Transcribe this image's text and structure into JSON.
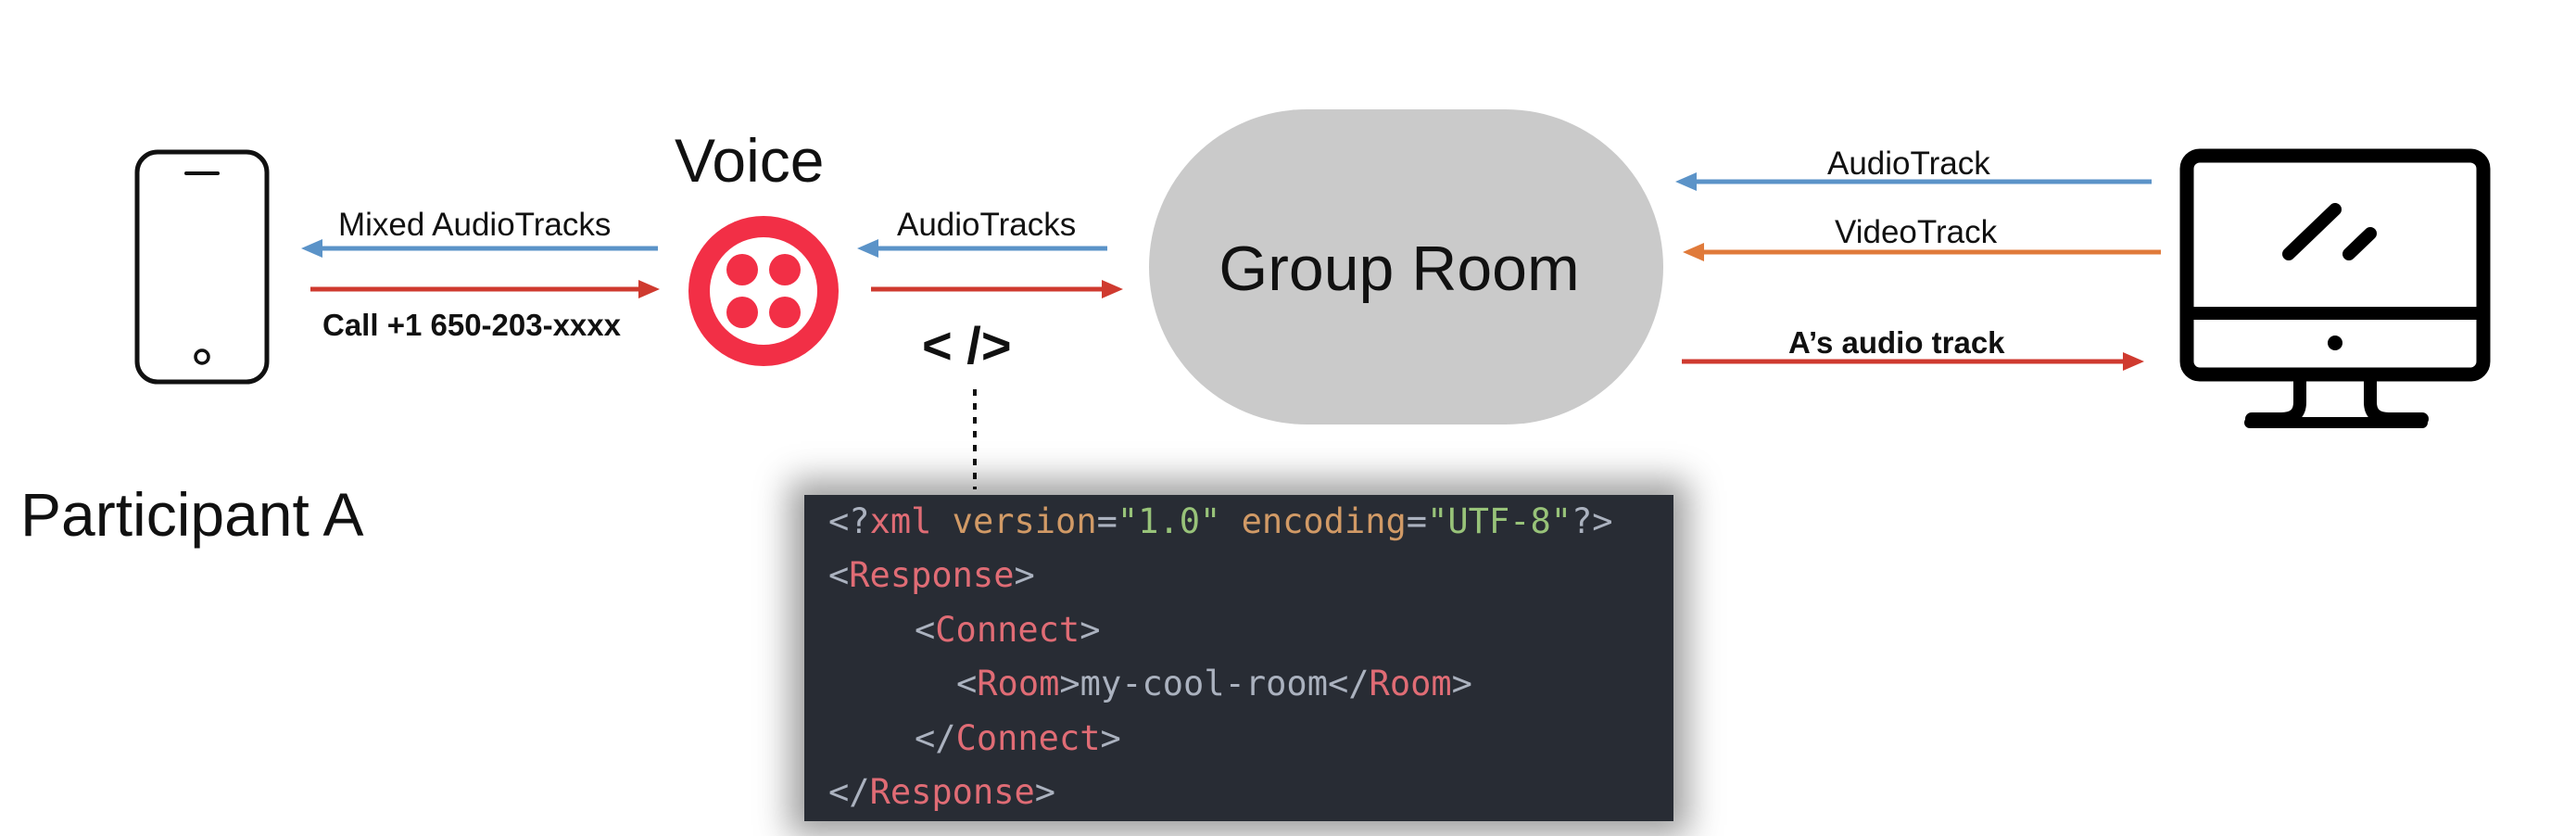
{
  "participant": {
    "label": "Participant A"
  },
  "voice": {
    "label": "Voice"
  },
  "arrows": {
    "mixed_audio_tracks": "Mixed AudioTracks",
    "call_label": "Call +1 650-203-xxxx",
    "audio_tracks": "AudioTracks",
    "audio_track": "AudioTrack",
    "video_track": "VideoTrack",
    "a_audio_track": "A’s audio track"
  },
  "group_room": {
    "label": "Group Room"
  },
  "code_symbol": "< />",
  "code": {
    "line1": {
      "open": "<?",
      "tag": "xml",
      "attr1": "version",
      "eq1": "=",
      "val1": "\"1.0\"",
      "attr2": "encoding",
      "eq2": "=",
      "val2": "\"UTF-8\"",
      "close": "?>"
    },
    "line2": {
      "open": "<",
      "tag": "Response",
      "close": ">"
    },
    "line3": {
      "open": "<",
      "tag": "Connect",
      "close": ">"
    },
    "line4": {
      "open": "<",
      "tag": "Room",
      "close": ">",
      "text": "my-cool-room",
      "open2": "</",
      "tag2": "Room",
      "close2": ">"
    },
    "line5": {
      "open": "</",
      "tag": "Connect",
      "close": ">"
    },
    "line6": {
      "open": "</",
      "tag": "Response",
      "close": ">"
    }
  },
  "colors": {
    "blue_arrow": "#5b93c8",
    "red_arrow": "#cf3a2f",
    "orange_arrow": "#e07a3a",
    "twilio_red": "#f22f46",
    "room_fill": "#cacaca",
    "code_bg": "#282c34"
  }
}
